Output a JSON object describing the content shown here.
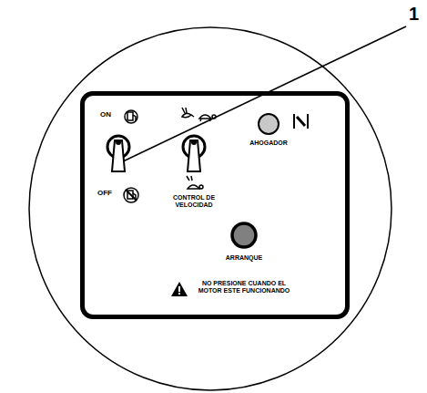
{
  "diagram": {
    "nodes": [
      {
        "text": [
          "ON",
          "OFF",
          "CONTROL DE VELOCIDAD",
          "AHOGADOR",
          "ARRANQUE",
          "NO PRESIONE CUANDO EL MOTOR ESTE FUNCIONANDO"
        ]
      }
    ],
    "labels": [
      "1"
    ]
  }
}
